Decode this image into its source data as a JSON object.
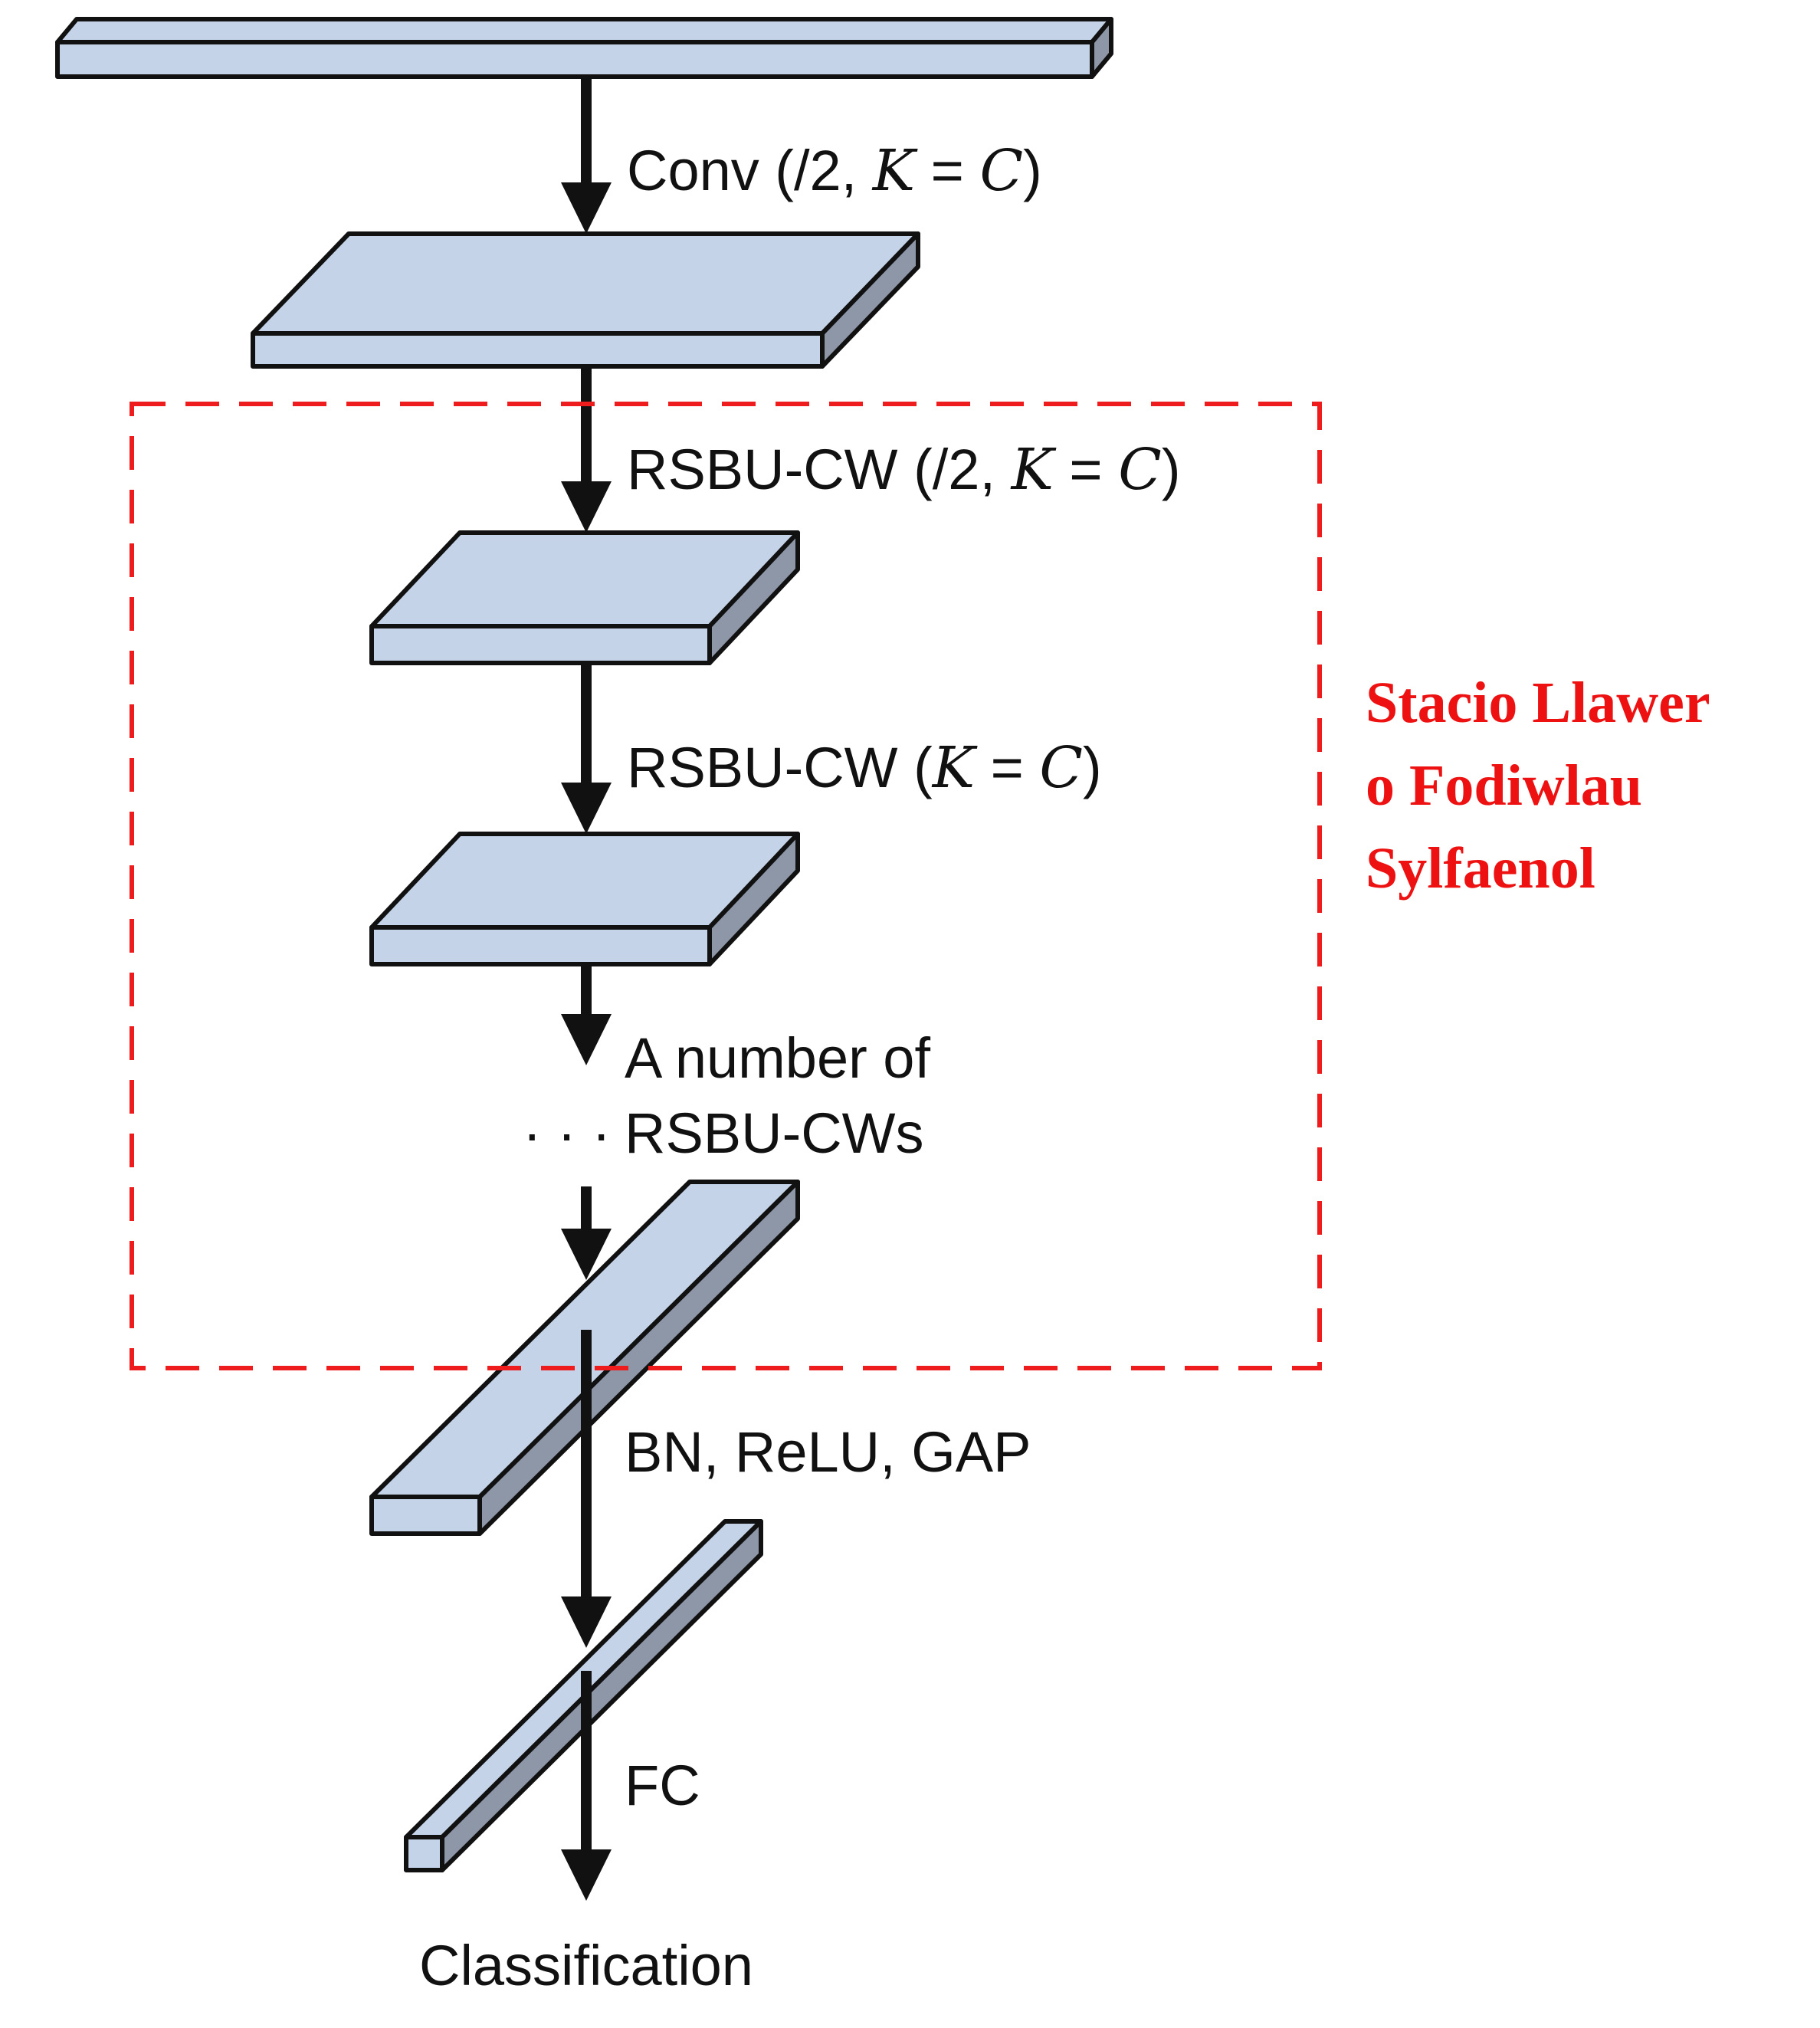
{
  "steps": {
    "conv": {
      "prefix": "Conv (/2, ",
      "var_k": "K",
      "eq": " = ",
      "var_c": "C",
      "suffix": ")"
    },
    "rsbu1": {
      "prefix": "RSBU-CW (/2, ",
      "var_k": "K",
      "eq": " = ",
      "var_c": "C",
      "suffix": ")"
    },
    "rsbu2": {
      "prefix": "RSBU-CW (",
      "var_k": "K",
      "eq": " = ",
      "var_c": "C",
      "suffix": ")"
    },
    "many": {
      "line1": "A number of",
      "line2": "RSBU-CWs",
      "ellipsis": "· · ·"
    },
    "bn": "BN, ReLU, GAP",
    "fc": "FC",
    "output": "Classification"
  },
  "region": {
    "label_lines": [
      "Stacio Llawer",
      "o Fodiwlau",
      "Sylfaenol"
    ],
    "color": "#ee1111"
  },
  "colors": {
    "box_face": "#c4d3e8",
    "box_side": "#8d97a8",
    "outline": "#111111"
  }
}
